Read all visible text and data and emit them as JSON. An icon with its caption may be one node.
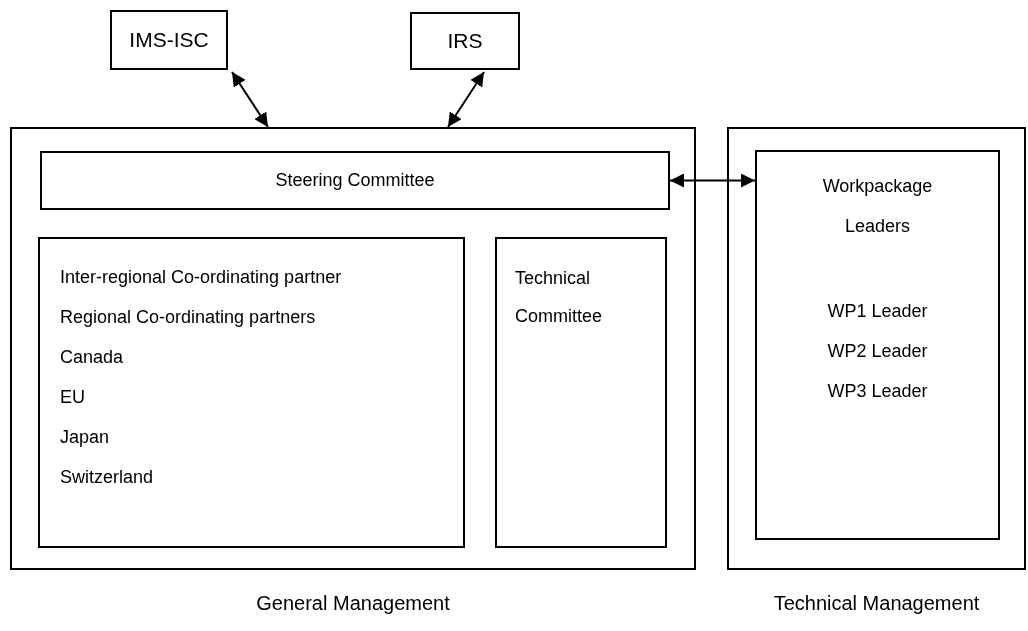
{
  "diagram": {
    "nodes": [
      {
        "text": [
          "IMS-ISC"
        ]
      },
      {
        "text": [
          "IRS"
        ]
      },
      {
        "text": [
          "General Management"
        ]
      },
      {
        "text": [
          "Steering Committee"
        ],
        "in": 2
      },
      {
        "text": [
          "Inter-regional Co-ordinating partner",
          "Regional Co-ordinating partners",
          "Canada",
          "EU",
          "Japan",
          "Switzerland"
        ],
        "in": 2
      },
      {
        "text": [
          "Technical Committee"
        ],
        "in": 2
      },
      {
        "text": [
          "Technical Management"
        ]
      },
      {
        "text": [
          "Workpackage Leaders",
          "WP1 Leader",
          "WP2 Leader",
          "WP3 Leader"
        ],
        "in": 6
      }
    ],
    "edges": [
      {
        "from": 0,
        "to": 2,
        "arrow": "both"
      },
      {
        "from": 1,
        "to": 2,
        "arrow": "both"
      },
      {
        "from": 3,
        "to": 7,
        "arrow": "both"
      }
    ]
  }
}
